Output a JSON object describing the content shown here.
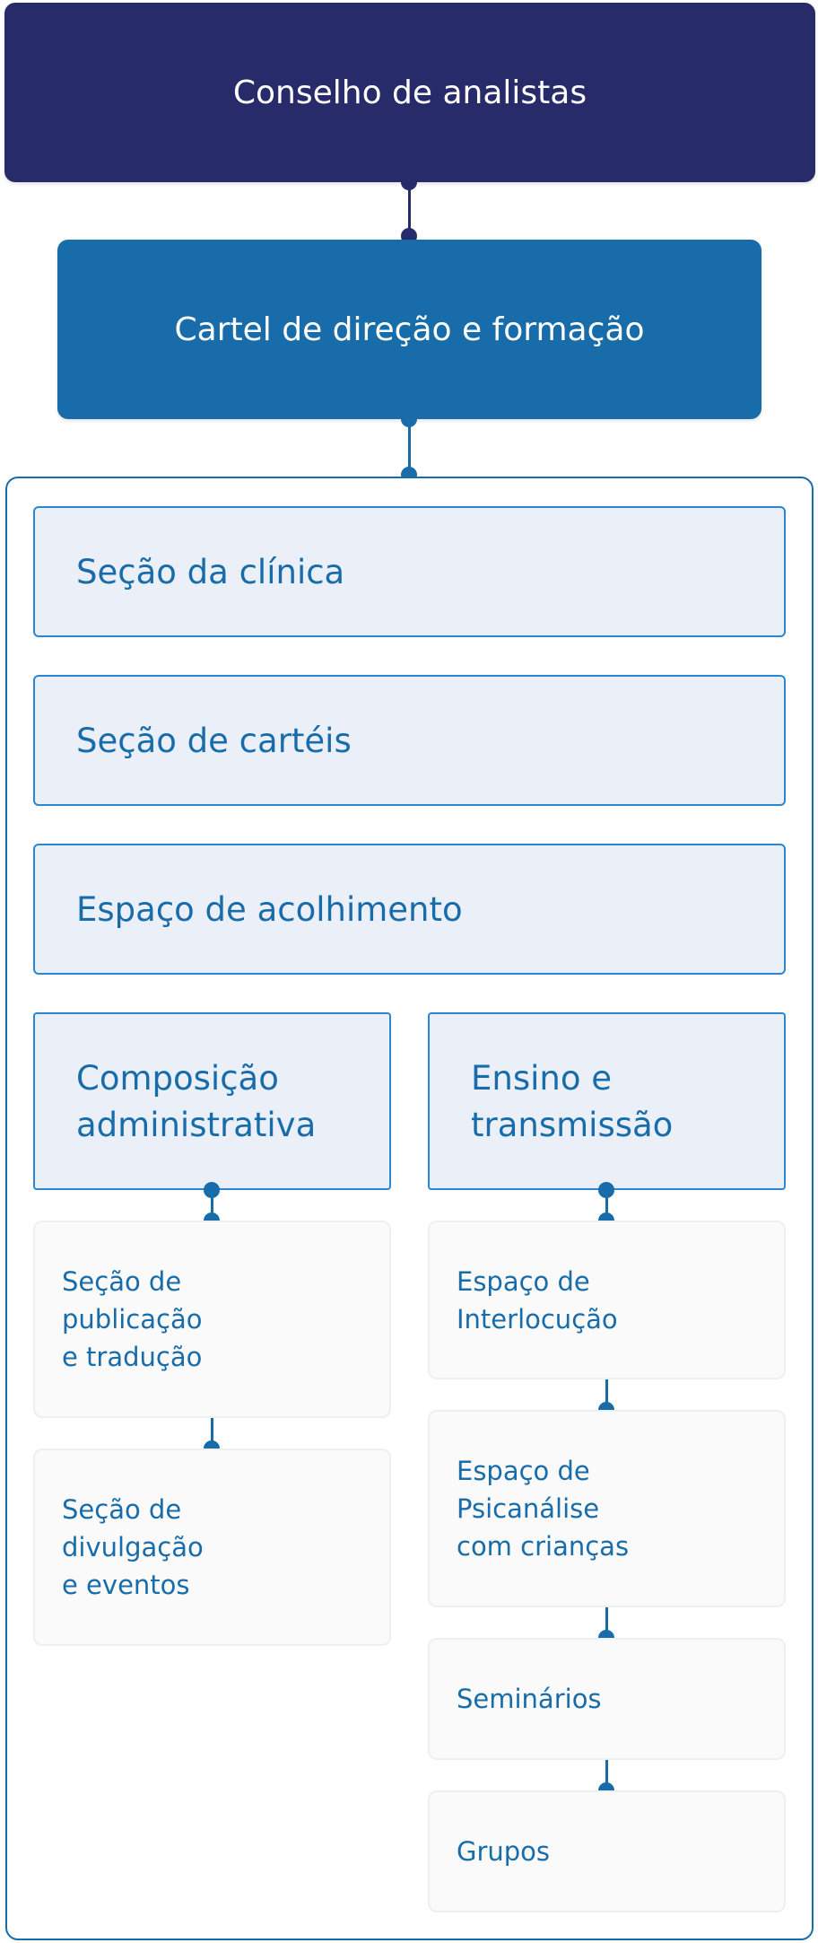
{
  "colors": {
    "navy": "#272b69",
    "blue": "#176ca9",
    "section_bg": "#ebf0f8",
    "section_border": "#2b87d3",
    "sub_bg": "#fafafa"
  },
  "top": {
    "label": "Conselho de analistas"
  },
  "middle": {
    "label": "Cartel de direção e formação"
  },
  "sections": [
    {
      "label": "Seção da clínica"
    },
    {
      "label": "Seção de cartéis"
    },
    {
      "label": "Espaço de acolhimento"
    }
  ],
  "columns": [
    {
      "label": "Composição\nadministrativa",
      "items": [
        {
          "label": "Seção de\npublicação\ne tradução"
        },
        {
          "label": "Seção de\ndivulgação\ne eventos"
        }
      ]
    },
    {
      "label": "Ensino e\ntransmissão",
      "items": [
        {
          "label": "Espaço de\nInterlocução"
        },
        {
          "label": "Espaço de\nPsicanálise\ncom crianças"
        },
        {
          "label": "Seminários"
        },
        {
          "label": "Grupos"
        }
      ]
    }
  ]
}
